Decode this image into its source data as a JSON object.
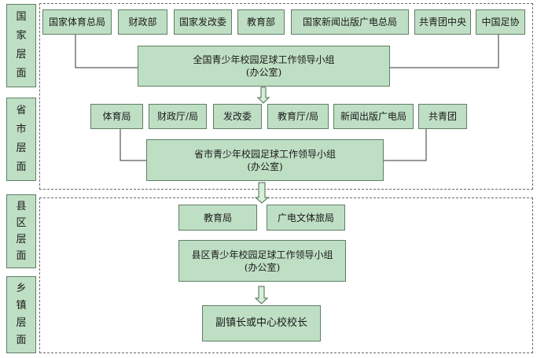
{
  "levels": {
    "national": [
      "国",
      "家",
      "层",
      "面"
    ],
    "provincial": [
      "省",
      "市",
      "层",
      "面"
    ],
    "county": [
      "县",
      "区",
      "层",
      "面"
    ],
    "township": [
      "乡",
      "镇",
      "层",
      "面"
    ]
  },
  "national": {
    "departments": [
      "国家体育总局",
      "财政部",
      "国家发改委",
      "教育部",
      "国家新闻出版广电总局",
      "共青团中央",
      "中国足协"
    ],
    "group": {
      "line1": "全国青少年校园足球工作领导小组",
      "line2": "(办公室)"
    }
  },
  "provincial": {
    "departments": [
      "体育局",
      "财政厅/局",
      "发改委",
      "教育厅/局",
      "新闻出版广电局",
      "共青团"
    ],
    "group": {
      "line1": "省市青少年校园足球工作领导小组",
      "line2": "(办公室)"
    }
  },
  "county": {
    "departments": [
      "教育局",
      "广电文体旅局"
    ],
    "group": {
      "line1": "县区青少年校园足球工作领导小组",
      "line2": "(办公室)"
    }
  },
  "township": {
    "leader": "副镇长或中心校校长"
  },
  "colors": {
    "box_fill": "#bfdfc4",
    "box_border": "#5f7f66",
    "arrow_fill": "#d6efd9",
    "dashed_border": "#6a6a6a"
  }
}
